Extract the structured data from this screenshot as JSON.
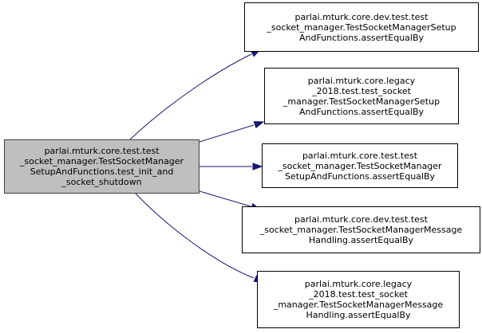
{
  "colors": {
    "edge": "#191970",
    "source_fill": "#bfbfbf",
    "node_border": "#000000"
  },
  "source": {
    "lines": [
      "parlai.mturk.core.test.test",
      "_socket_manager.TestSocketManager",
      "SetupAndFunctions.test_init_and",
      "_socket_shutdown"
    ]
  },
  "targets": [
    {
      "lines": [
        "parlai.mturk.core.dev.test.test",
        "_socket_manager.TestSocketManagerSetup",
        "AndFunctions.assertEqualBy"
      ]
    },
    {
      "lines": [
        "parlai.mturk.core.legacy",
        "_2018.test.test_socket",
        "_manager.TestSocketManagerSetup",
        "AndFunctions.assertEqualBy"
      ]
    },
    {
      "lines": [
        "parlai.mturk.core.test.test",
        "_socket_manager.TestSocketManager",
        "SetupAndFunctions.assertEqualBy"
      ]
    },
    {
      "lines": [
        "parlai.mturk.core.dev.test.test",
        "_socket_manager.TestSocketManagerMessage",
        "Handling.assertEqualBy"
      ]
    },
    {
      "lines": [
        "parlai.mturk.core.legacy",
        "_2018.test.test_socket",
        "_manager.TestSocketManagerMessage",
        "Handling.assertEqualBy"
      ]
    }
  ]
}
